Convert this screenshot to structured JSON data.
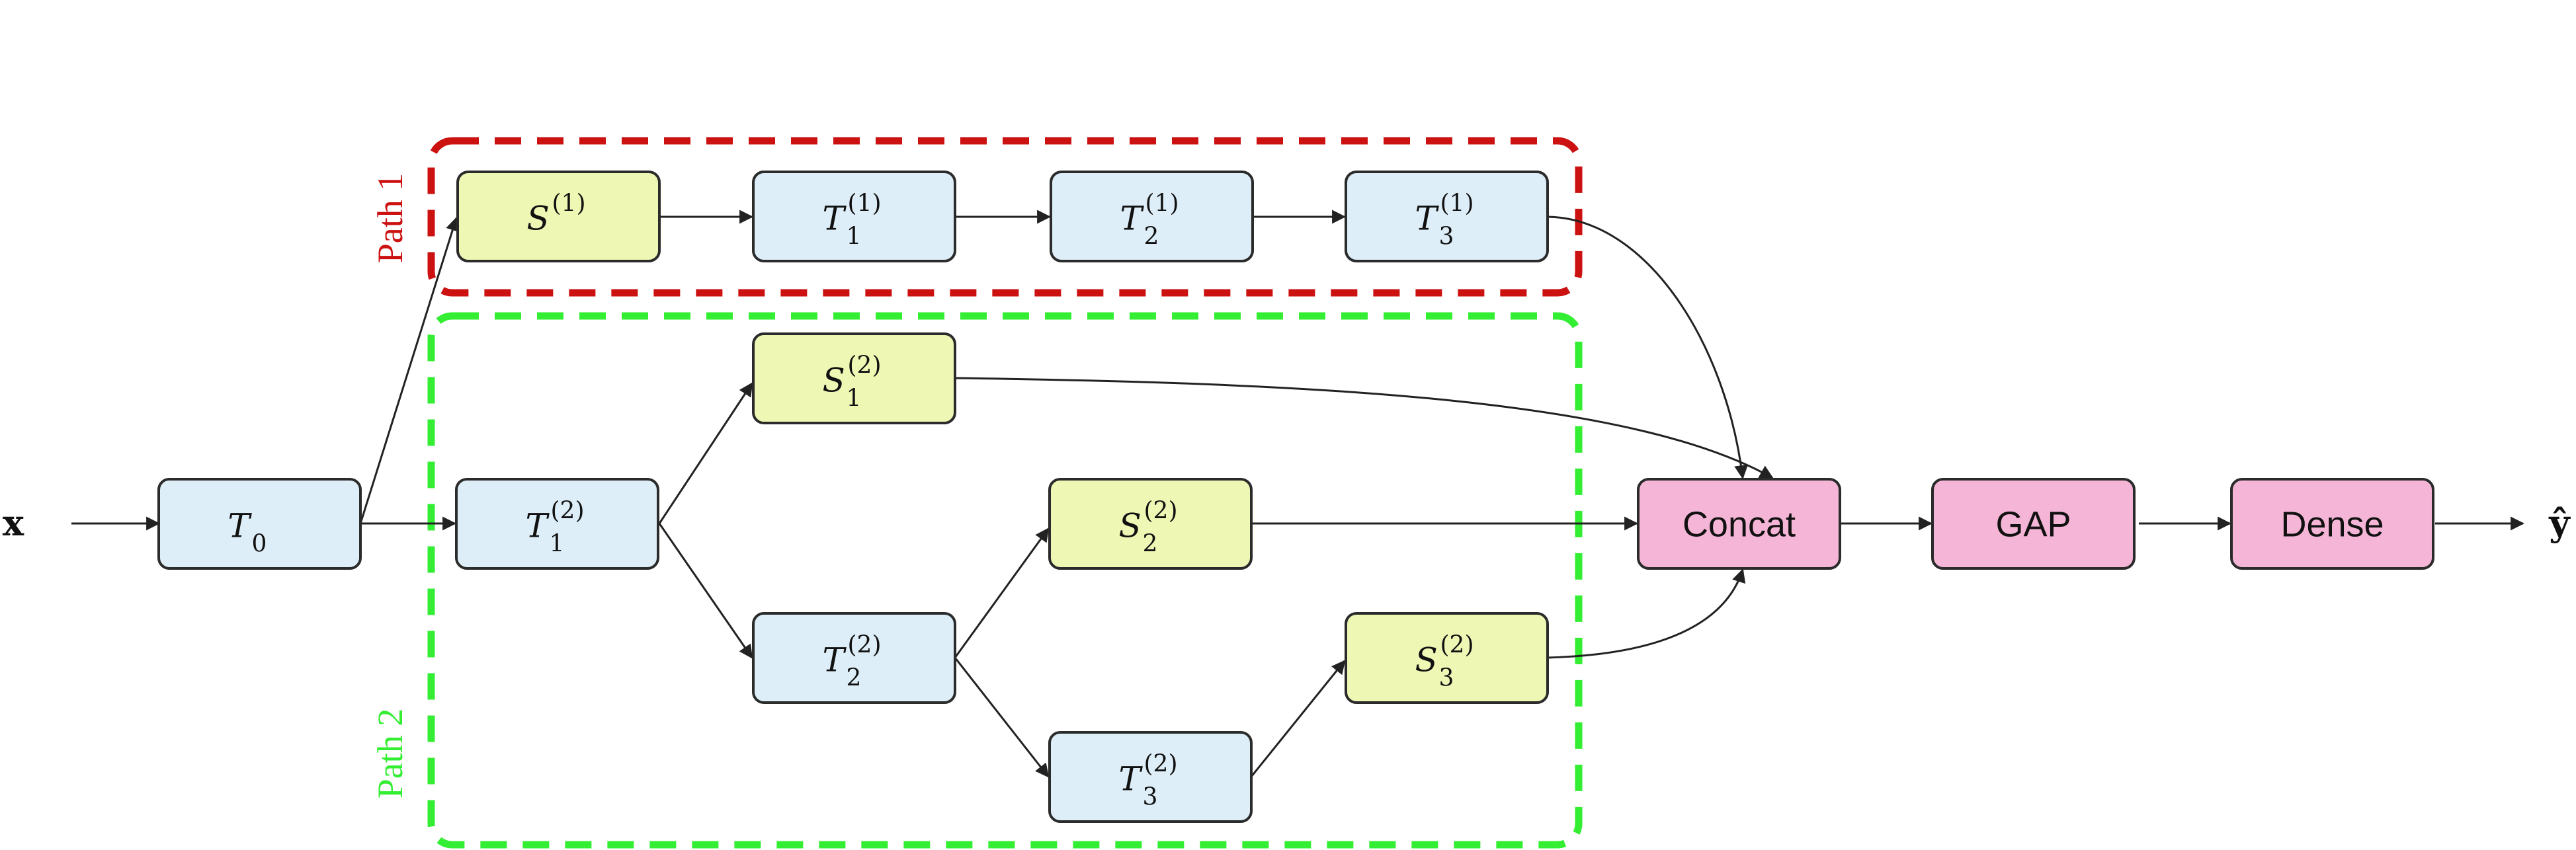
{
  "colors": {
    "t_fill": "#ddeef8",
    "s_fill": "#eef7b4",
    "head_fill": "#f5b5d6",
    "path1": "#cc1111",
    "path2": "#33ee33"
  },
  "input_label": "x",
  "output_label": "ŷ",
  "groups": {
    "path1": "Path 1",
    "path2": "Path 2"
  },
  "nodes": {
    "t0": {
      "letter": "T",
      "sub": "0",
      "sup": ""
    },
    "s1": {
      "letter": "S",
      "sub": "",
      "sup": "(1)"
    },
    "t1_1": {
      "letter": "T",
      "sub": "1",
      "sup": "(1)"
    },
    "t2_1": {
      "letter": "T",
      "sub": "2",
      "sup": "(1)"
    },
    "t3_1": {
      "letter": "T",
      "sub": "3",
      "sup": "(1)"
    },
    "t1_2": {
      "letter": "T",
      "sub": "1",
      "sup": "(2)"
    },
    "s1_2": {
      "letter": "S",
      "sub": "1",
      "sup": "(2)"
    },
    "t2_2": {
      "letter": "T",
      "sub": "2",
      "sup": "(2)"
    },
    "s2_2": {
      "letter": "S",
      "sub": "2",
      "sup": "(2)"
    },
    "t3_2": {
      "letter": "T",
      "sub": "3",
      "sup": "(2)"
    },
    "s3_2": {
      "letter": "S",
      "sub": "3",
      "sup": "(2)"
    },
    "concat": {
      "text": "Concat"
    },
    "gap": {
      "text": "GAP"
    },
    "dense": {
      "text": "Dense"
    }
  }
}
